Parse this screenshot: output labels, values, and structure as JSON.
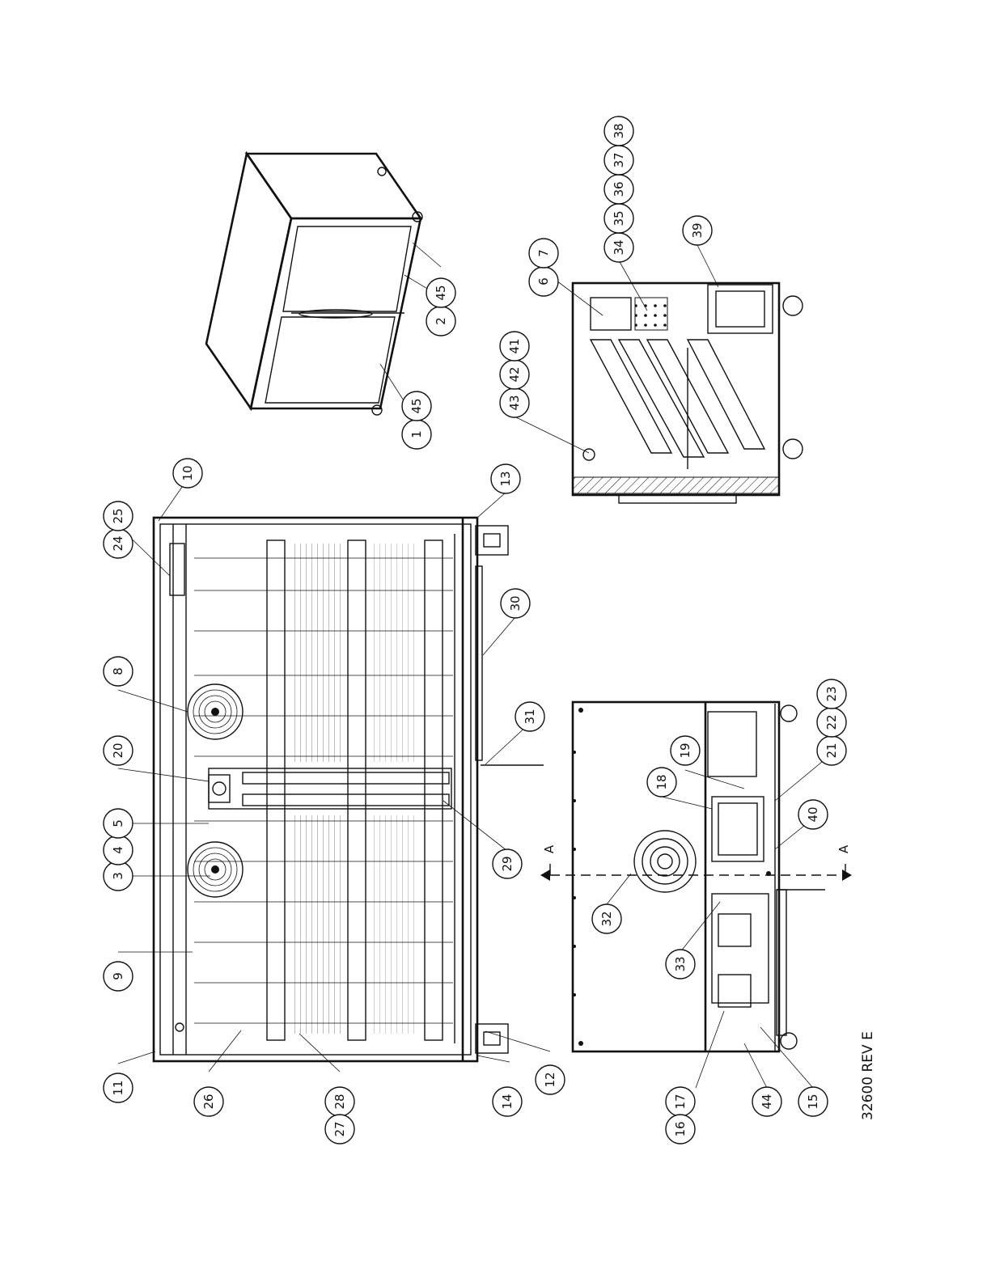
{
  "drawing_number": "32600 REV E",
  "section_label": "A",
  "callouts": {
    "n1": "1",
    "n2": "2",
    "n3": "3",
    "n4": "4",
    "n5": "5",
    "n6": "6",
    "n7": "7",
    "n8": "8",
    "n9": "9",
    "n10": "10",
    "n11": "11",
    "n12": "12",
    "n13": "13",
    "n14": "14",
    "n15": "15",
    "n16": "16",
    "n17": "17",
    "n18": "18",
    "n19": "19",
    "n20": "20",
    "n21": "21",
    "n22": "22",
    "n23": "23",
    "n24": "24",
    "n25": "25",
    "n26": "26",
    "n27": "27",
    "n28": "28",
    "n29": "29",
    "n30": "30",
    "n31": "31",
    "n32": "32",
    "n33": "33",
    "n34": "34",
    "n35": "35",
    "n36": "36",
    "n37": "37",
    "n38": "38",
    "n39": "39",
    "n40": "40",
    "n41": "41",
    "n42": "42",
    "n43": "43",
    "n44": "44",
    "n45a": "45",
    "n45b": "45"
  }
}
